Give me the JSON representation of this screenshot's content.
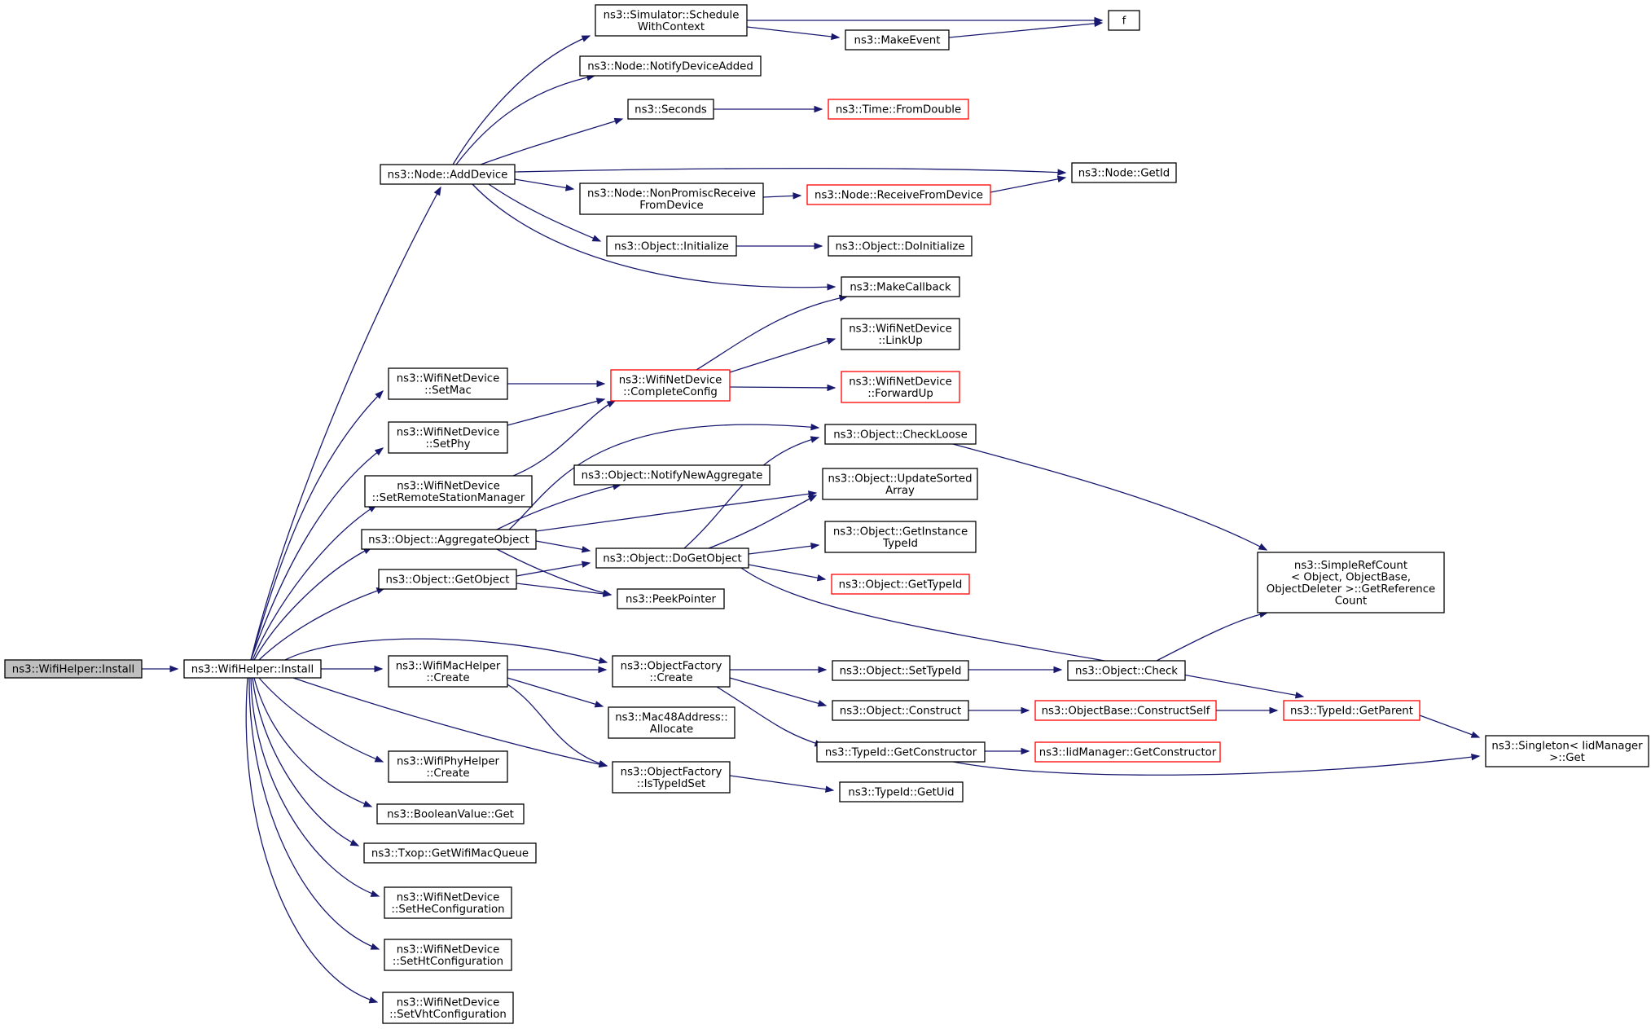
{
  "colors": {
    "edge": "#191970",
    "node_border": "#000000",
    "node_border_truncated": "#ff0000",
    "node_fill": "#ffffff",
    "root_fill": "#bfbfbf"
  },
  "graph": {
    "nodes": [
      {
        "id": "root",
        "lines": [
          "ns3::WifiHelper::Install"
        ],
        "style": "root"
      },
      {
        "id": "whi",
        "lines": [
          "ns3::WifiHelper::Install"
        ],
        "style": "normal"
      },
      {
        "id": "sched",
        "lines": [
          "ns3::Simulator::Schedule",
          "WithContext"
        ],
        "style": "normal"
      },
      {
        "id": "f",
        "lines": [
          "f"
        ],
        "style": "normal"
      },
      {
        "id": "makeevent",
        "lines": [
          "ns3::MakeEvent"
        ],
        "style": "normal"
      },
      {
        "id": "notifydev",
        "lines": [
          "ns3::Node::NotifyDeviceAdded"
        ],
        "style": "normal"
      },
      {
        "id": "seconds",
        "lines": [
          "ns3::Seconds"
        ],
        "style": "normal"
      },
      {
        "id": "fromdouble",
        "lines": [
          "ns3::Time::FromDouble"
        ],
        "style": "truncated"
      },
      {
        "id": "adddevice",
        "lines": [
          "ns3::Node::AddDevice"
        ],
        "style": "normal"
      },
      {
        "id": "getid",
        "lines": [
          "ns3::Node::GetId"
        ],
        "style": "normal"
      },
      {
        "id": "nonpromisc",
        "lines": [
          "ns3::Node::NonPromiscReceive",
          "FromDevice"
        ],
        "style": "normal"
      },
      {
        "id": "recvfrom",
        "lines": [
          "ns3::Node::ReceiveFromDevice"
        ],
        "style": "truncated"
      },
      {
        "id": "objinit",
        "lines": [
          "ns3::Object::Initialize"
        ],
        "style": "normal"
      },
      {
        "id": "doinit",
        "lines": [
          "ns3::Object::DoInitialize"
        ],
        "style": "normal"
      },
      {
        "id": "makecb",
        "lines": [
          "ns3::MakeCallback"
        ],
        "style": "normal"
      },
      {
        "id": "linkup",
        "lines": [
          "ns3::WifiNetDevice",
          "::LinkUp"
        ],
        "style": "normal"
      },
      {
        "id": "setmac",
        "lines": [
          "ns3::WifiNetDevice",
          "::SetMac"
        ],
        "style": "normal"
      },
      {
        "id": "completecfg",
        "lines": [
          "ns3::WifiNetDevice",
          "::CompleteConfig"
        ],
        "style": "truncated"
      },
      {
        "id": "forwardup",
        "lines": [
          "ns3::WifiNetDevice",
          "::ForwardUp"
        ],
        "style": "truncated"
      },
      {
        "id": "setphy",
        "lines": [
          "ns3::WifiNetDevice",
          "::SetPhy"
        ],
        "style": "normal"
      },
      {
        "id": "checkloose",
        "lines": [
          "ns3::Object::CheckLoose"
        ],
        "style": "normal"
      },
      {
        "id": "setrsm",
        "lines": [
          "ns3::WifiNetDevice",
          "::SetRemoteStationManager"
        ],
        "style": "normal"
      },
      {
        "id": "notifyagg",
        "lines": [
          "ns3::Object::NotifyNewAggregate"
        ],
        "style": "normal"
      },
      {
        "id": "updsorted",
        "lines": [
          "ns3::Object::UpdateSorted",
          "Array"
        ],
        "style": "normal"
      },
      {
        "id": "aggobj",
        "lines": [
          "ns3::Object::AggregateObject"
        ],
        "style": "normal"
      },
      {
        "id": "getinst",
        "lines": [
          "ns3::Object::GetInstance",
          "TypeId"
        ],
        "style": "normal"
      },
      {
        "id": "dogetobj",
        "lines": [
          "ns3::Object::DoGetObject"
        ],
        "style": "normal"
      },
      {
        "id": "getobject",
        "lines": [
          "ns3::Object::GetObject"
        ],
        "style": "normal"
      },
      {
        "id": "gettypeid",
        "lines": [
          "ns3::Object::GetTypeId"
        ],
        "style": "truncated"
      },
      {
        "id": "peek",
        "lines": [
          "ns3::PeekPointer"
        ],
        "style": "normal"
      },
      {
        "id": "simpleref",
        "lines": [
          "ns3::SimpleRefCount",
          "< Object, ObjectBase,",
          " ObjectDeleter >::GetReference",
          "Count"
        ],
        "style": "normal"
      },
      {
        "id": "wmhcreate",
        "lines": [
          "ns3::WifiMacHelper",
          "::Create"
        ],
        "style": "normal"
      },
      {
        "id": "ofcreate",
        "lines": [
          "ns3::ObjectFactory",
          "::Create"
        ],
        "style": "normal"
      },
      {
        "id": "settypeid",
        "lines": [
          "ns3::Object::SetTypeId"
        ],
        "style": "normal"
      },
      {
        "id": "objcheck",
        "lines": [
          "ns3::Object::Check"
        ],
        "style": "normal"
      },
      {
        "id": "construct",
        "lines": [
          "ns3::Object::Construct"
        ],
        "style": "normal"
      },
      {
        "id": "constructself",
        "lines": [
          "ns3::ObjectBase::ConstructSelf"
        ],
        "style": "truncated"
      },
      {
        "id": "getparent",
        "lines": [
          "ns3::TypeId::GetParent"
        ],
        "style": "truncated"
      },
      {
        "id": "mac48",
        "lines": [
          "ns3::Mac48Address::",
          "Allocate"
        ],
        "style": "normal"
      },
      {
        "id": "singleton",
        "lines": [
          "ns3::Singleton< IidManager",
          " >::Get"
        ],
        "style": "normal"
      },
      {
        "id": "getctor",
        "lines": [
          "ns3::TypeId::GetConstructor"
        ],
        "style": "normal"
      },
      {
        "id": "iidgetctor",
        "lines": [
          "ns3::IidManager::GetConstructor"
        ],
        "style": "truncated"
      },
      {
        "id": "wphcreate",
        "lines": [
          "ns3::WifiPhyHelper",
          "::Create"
        ],
        "style": "normal"
      },
      {
        "id": "istypeidset",
        "lines": [
          "ns3::ObjectFactory",
          "::IsTypeIdSet"
        ],
        "style": "normal"
      },
      {
        "id": "getuid",
        "lines": [
          "ns3::TypeId::GetUid"
        ],
        "style": "normal"
      },
      {
        "id": "boolget",
        "lines": [
          "ns3::BooleanValue::Get"
        ],
        "style": "normal"
      },
      {
        "id": "txop",
        "lines": [
          "ns3::Txop::GetWifiMacQueue"
        ],
        "style": "normal"
      },
      {
        "id": "sethe",
        "lines": [
          "ns3::WifiNetDevice",
          "::SetHeConfiguration"
        ],
        "style": "normal"
      },
      {
        "id": "setht",
        "lines": [
          "ns3::WifiNetDevice",
          "::SetHtConfiguration"
        ],
        "style": "normal"
      },
      {
        "id": "setvht",
        "lines": [
          "ns3::WifiNetDevice",
          "::SetVhtConfiguration"
        ],
        "style": "normal"
      }
    ]
  }
}
